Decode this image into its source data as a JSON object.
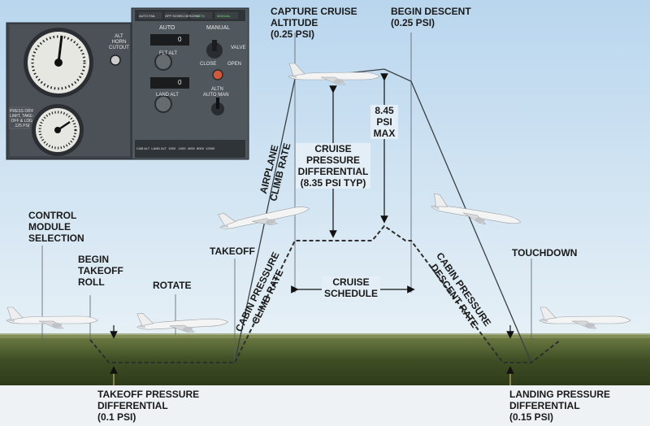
{
  "labels": {
    "capture_cruise": [
      "CAPTURE CRUISE",
      "ALTITUDE",
      "(0.25 PSI)"
    ],
    "begin_descent": [
      "BEGIN DESCENT",
      "(0.25 PSI)"
    ],
    "psi_max": [
      "8.45",
      "PSI",
      "MAX"
    ],
    "cruise_pressure": [
      "CRUISE",
      "PRESSURE",
      "DIFFERENTIAL",
      "(8.35 PSI TYP)"
    ],
    "airplane_climb": [
      "AIRPLANE",
      "CLIMB RATE"
    ],
    "control_module": [
      "CONTROL",
      "MODULE",
      "SELECTION"
    ],
    "begin_takeoff": [
      "BEGIN",
      "TAKEOFF",
      "ROLL"
    ],
    "rotate": [
      "ROTATE"
    ],
    "takeoff": [
      "TAKEOFF"
    ],
    "touchdown": [
      "TOUCHDOWN"
    ],
    "cabin_climb": [
      "CABIN PRESSURE",
      "CLIMB RATE"
    ],
    "cruise_schedule": [
      "CRUISE",
      "SCHEDULE"
    ],
    "cabin_descent": [
      "CABIN PRESSURE",
      "DESCENT RATE"
    ],
    "takeoff_diff": [
      "TAKEOFF PRESSURE",
      "DIFFERENTIAL",
      "(0.1 PSI)"
    ],
    "landing_diff": [
      "LANDING PRESSURE",
      "DIFFERENTIAL",
      "(0.15 PSI)"
    ]
  },
  "panel": {
    "auto": "AUTO",
    "manual": "MANUAL",
    "flt_alt": "FLT ALT",
    "land_alt": "LAND ALT",
    "display_value": "0",
    "alt_horn": [
      "ALT",
      "HORN",
      "CUTOUT"
    ],
    "altn": "ALTN",
    "auto_man": "AUTO     MAN",
    "valve": "VALVE",
    "close": "CLOSE",
    "open": "OPEN",
    "press_diff": [
      "PRESS DIFF",
      "LIMIT, TAKE-",
      "OFF & LDG",
      ".125 PSI"
    ],
    "annunciators": [
      "AUTO FAIL",
      "OFF SCHED DESCENT",
      "ALTN",
      "MANUAL"
    ],
    "bottom_row": [
      "CAB ALT",
      "LAND ALT",
      "1000",
      "-1000",
      "4000",
      "8000",
      "12000"
    ]
  },
  "colors": {
    "sky": "#cfe3f3",
    "ground": "#4a5a2a",
    "panel": "#4b5157",
    "dashed_line": "#333333"
  }
}
